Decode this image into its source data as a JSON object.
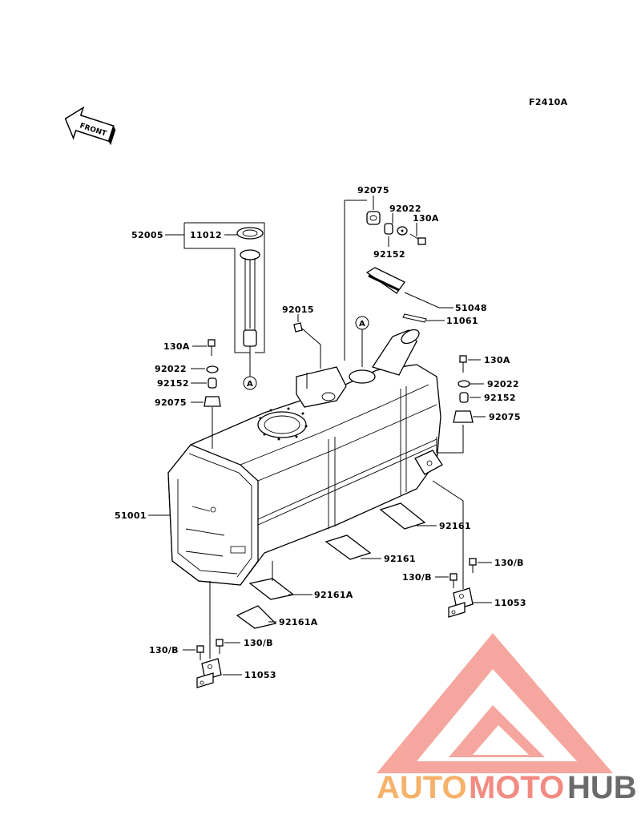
{
  "figure_code": "F2410A",
  "front_label": "FRONT",
  "callout_letter": "A",
  "labels": {
    "l52005": "52005",
    "l11012": "11012",
    "l92075_top": "92075",
    "l92022_top": "92022",
    "l130A_top": "130A",
    "l92152_top": "92152",
    "l92015": "92015",
    "l51048": "51048",
    "l11061": "11061",
    "l130A_left": "130A",
    "l92022_left": "92022",
    "l92152_left": "92152",
    "l92075_left": "92075",
    "l130A_right": "130A",
    "l92022_right": "92022",
    "l92152_right": "92152",
    "l92075_right": "92075",
    "l51001": "51001",
    "l92161_r": "92161",
    "l92161_m": "92161",
    "l92161A_a": "92161A",
    "l92161A_b": "92161A",
    "l130B_r1": "130/B",
    "l130B_r2": "130/B",
    "l11053_r": "11053",
    "l130B_l1": "130/B",
    "l130B_l2": "130/B",
    "l11053_l": "11053"
  },
  "watermark": {
    "part1": "AUTO",
    "part2": "MOTO",
    "part3": "HUB",
    "colors": {
      "orange": "#f6b26b",
      "red": "#f28b82",
      "gray": "#666666"
    }
  }
}
